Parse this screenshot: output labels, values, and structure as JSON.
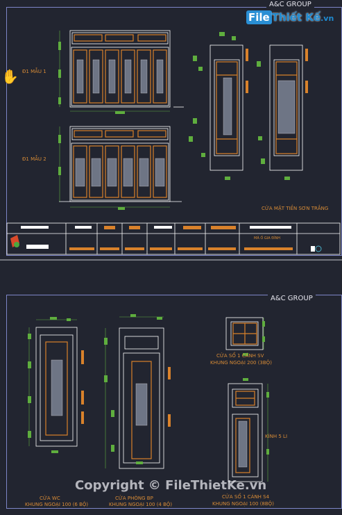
{
  "header_brand": "A&C GROUP",
  "watermark": {
    "logo_text_left": "File",
    "logo_text_right": "Thiết Kế",
    "logo_suffix": ".vn",
    "copyright": "Copyright © FileThietKe.vn"
  },
  "sheet1": {
    "label_mau1": "Đ1 MẪU 1",
    "label_mau2": "Đ1 MẪU 2",
    "caption_right": "CỬA MẶT TIỀN SƠN TRẮNG",
    "titleblock_text": "MÃ Ố GIA ĐÌNH"
  },
  "sheet2": {
    "caption_window_top": "CỬA SỔ 1 CÁNH SV",
    "caption_window_top_sub": "KHUNG NGOẠI 200 (3BỘ)",
    "label_kinh": "KÍNH 5 LI",
    "caption_wc": "CỬA WC",
    "caption_wc_sub": "KHUNG NGOẠI 100 (6 BỘ)",
    "caption_phong": "CỬA PHÒNG BP",
    "caption_phong_sub": "KHUNG NGOẠI 100 (4 BỘ)",
    "caption_window_bottom": "CỬA SỔ 1 CÁNH S4",
    "caption_window_bottom_sub": "KHUNG NGOẠI 100 (8BỘ)"
  },
  "colors": {
    "background": "#222530",
    "frame": "#7e86c8",
    "lines": "#ffffff",
    "wood": "#d9822b",
    "dimension": "#5fae3e"
  },
  "icons": [
    "hand-cursor-icon",
    "filethietke-logo-icon"
  ]
}
